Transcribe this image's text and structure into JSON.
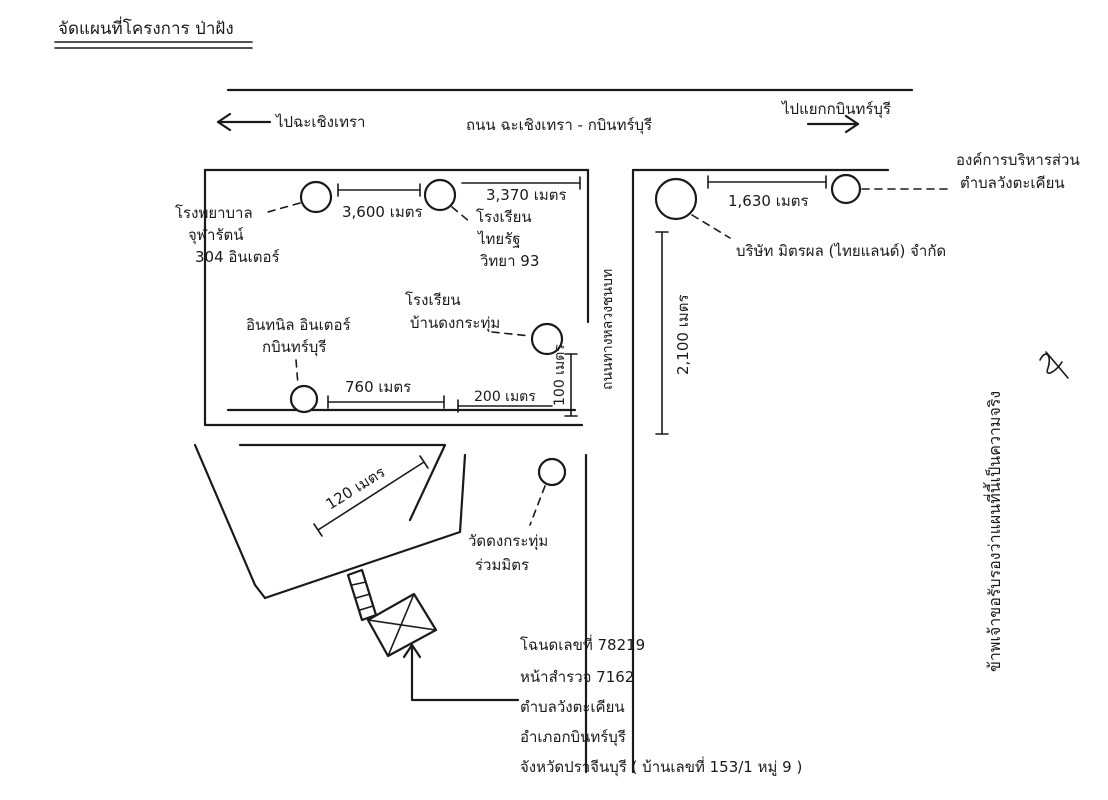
{
  "title": "จัดแผนที่โครงการ ป่าฝัง",
  "main_road": {
    "name": "ถนน ฉะเชิงเทรา - กบินทร์บุรี",
    "to_west": "ไปฉะเชิงเทรา",
    "to_east": "ไปแยกกบินทร์บุรี"
  },
  "side_road": "ถนนทางหลวงชนบท",
  "landmarks": {
    "hospital": [
      "โรงพยาบาล",
      "จุฬารัตน์",
      "304 อินเตอร์"
    ],
    "school_thai": [
      "โรงเรียน",
      "ไทยรัฐ",
      "วิทยา 93"
    ],
    "industrial": [
      "อินทนิล อินเตอร์",
      "กบินทร์บุรี"
    ],
    "school_band": [
      "โรงเรียน",
      "บ้านดงกระทุ่ม"
    ],
    "temple": [
      "วัดดงกระทุ่ม",
      "ร่วมมิตร"
    ],
    "company": "บริษัท มิตรผล (ไทยแลนด์) จำกัด",
    "district_office": [
      "องค์การบริหารส่วน",
      "ตำบลวังตะเคียน"
    ]
  },
  "distances": {
    "d3600": "3,600 เมตร",
    "d3370": "3,370 เมตร",
    "d1630": "1,630 เมตร",
    "d2100": "2,100 เมตร",
    "d760": "760 เมตร",
    "d200": "200 เมตร",
    "d100": "100 เมตร",
    "d120": "120 เมตร"
  },
  "site_info": [
    "โฉนดเลขที่ 78219",
    "หน้าสำรวจ 7162",
    "ตำบลวังตะเคียน",
    "อำเภอกบินทร์บุรี",
    "จังหวัดปราจีนบุรี  ( บ้านเลขที่ 153/1 หมู่ 9 )"
  ],
  "certification": "ข้าพเจ้าขอรับรองว่าแผนที่นี้เป็นความจริง"
}
